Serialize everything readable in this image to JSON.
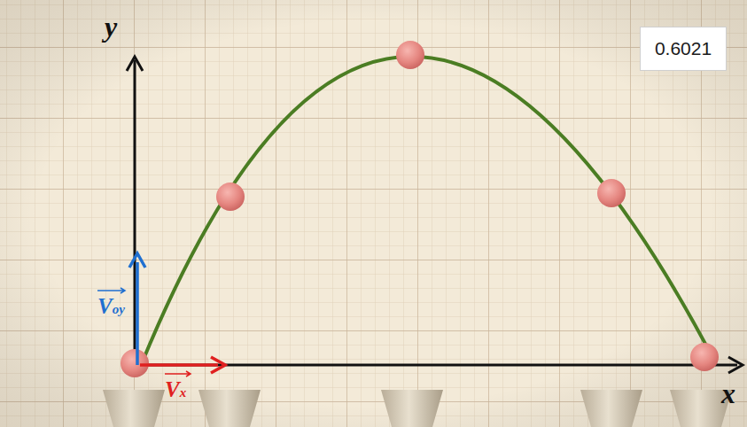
{
  "diagram": {
    "nodes": [
      {
        "text": [
          "0.6021"
        ]
      }
    ],
    "labels": [
      "y",
      "Voy",
      "Vx",
      "x"
    ]
  }
}
